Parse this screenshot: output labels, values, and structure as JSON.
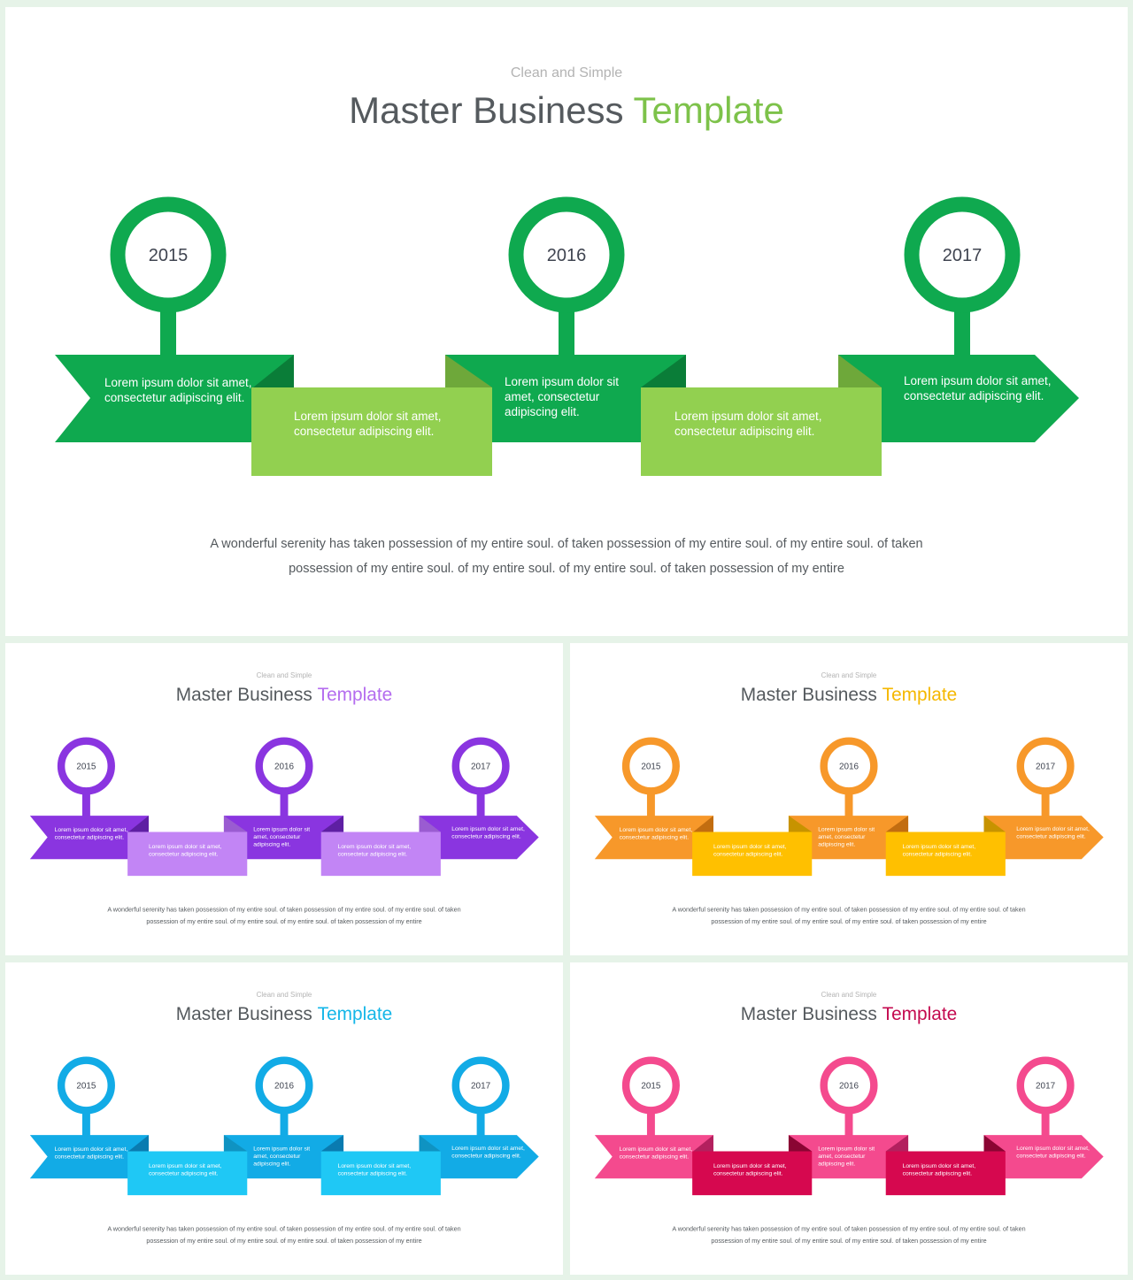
{
  "slides": [
    {
      "id": "main",
      "theme": "green",
      "subtitle": "Clean and Simple",
      "title_main": "Master Business",
      "title_accent": "Template",
      "years": [
        "2015",
        "2016",
        "2017"
      ],
      "top_texts": [
        [
          "Lorem ipsum dolor sit amet,",
          "consectetur adipiscing elit."
        ],
        [
          "Lorem ipsum dolor sit",
          "amet, consectetur",
          "adipiscing elit."
        ],
        [
          "Lorem ipsum dolor sit amet,",
          "consectetur adipiscing elit."
        ]
      ],
      "bottom_texts": [
        [
          "Lorem ipsum dolor sit amet,",
          "consectetur adipiscing elit."
        ],
        [
          "Lorem ipsum dolor sit amet,",
          "consectetur adipiscing elit."
        ]
      ],
      "description": [
        "A wonderful  serenity has taken possession of my entire soul. of taken possession of my entire soul. of my entire soul. of taken",
        "possession of my entire soul. of my entire soul. of my entire soul. of taken possession of my entire"
      ],
      "colors": {
        "circle": "#0fa94f",
        "dark": "#0fa94f",
        "fold": "#0a7d38",
        "light": "#92d050",
        "lightfold": "#6ea83a",
        "accent": "#7dc24a"
      }
    },
    {
      "id": "purple",
      "theme": "purple",
      "subtitle": "Clean and Simple",
      "title_main": "Master Business",
      "title_accent": "Template",
      "years": [
        "2015",
        "2016",
        "2017"
      ],
      "top_texts": [
        [
          "Lorem ipsum dolor sit amet,",
          "consectetur adipiscing elit."
        ],
        [
          "Lorem ipsum dolor sit",
          "amet, consectetur",
          "adipiscing elit."
        ],
        [
          "Lorem ipsum dolor sit amet,",
          "consectetur adipiscing elit."
        ]
      ],
      "bottom_texts": [
        [
          "Lorem ipsum dolor sit amet,",
          "consectetur adipiscing elit."
        ],
        [
          "Lorem ipsum dolor sit amet,",
          "consectetur adipiscing elit."
        ]
      ],
      "description": [
        "A wonderful  serenity has taken possession of my entire soul. of taken possession of my entire soul. of my entire soul. of taken",
        "possession of my entire soul. of my entire soul. of my entire soul. of taken possession of my entire"
      ],
      "colors": {
        "circle": "#8a35e0",
        "dark": "#8a35e0",
        "fold": "#5e1fa3",
        "light": "#c285f5",
        "lightfold": "#9a5cd1",
        "accent": "#b46cef"
      }
    },
    {
      "id": "orange",
      "theme": "orange",
      "subtitle": "Clean and Simple",
      "title_main": "Master Business",
      "title_accent": "Template",
      "years": [
        "2015",
        "2016",
        "2017"
      ],
      "top_texts": [
        [
          "Lorem ipsum dolor sit amet,",
          "consectetur adipiscing elit."
        ],
        [
          "Lorem ipsum dolor sit",
          "amet, consectetur",
          "adipiscing elit."
        ],
        [
          "Lorem ipsum dolor sit amet,",
          "consectetur adipiscing elit."
        ]
      ],
      "bottom_texts": [
        [
          "Lorem ipsum dolor sit amet,",
          "consectetur adipiscing elit."
        ],
        [
          "Lorem ipsum dolor sit amet,",
          "consectetur adipiscing elit."
        ]
      ],
      "description": [
        "A wonderful  serenity has taken possession of my entire soul. of taken possession of my entire soul. of my entire soul. of taken",
        "possession of my entire soul. of my entire soul. of my entire soul. of taken possession of my entire"
      ],
      "colors": {
        "circle": "#f7982a",
        "dark": "#f7982a",
        "fold": "#c26d10",
        "light": "#ffc000",
        "lightfold": "#c79300",
        "accent": "#f5b800"
      }
    },
    {
      "id": "blue",
      "theme": "blue",
      "subtitle": "Clean and Simple",
      "title_main": "Master Business",
      "title_accent": "Template",
      "years": [
        "2015",
        "2016",
        "2017"
      ],
      "top_texts": [
        [
          "Lorem ipsum dolor sit amet,",
          "consectetur adipiscing elit."
        ],
        [
          "Lorem ipsum dolor sit",
          "amet, consectetur",
          "adipiscing elit."
        ],
        [
          "Lorem ipsum dolor sit amet,",
          "consectetur adipiscing elit."
        ]
      ],
      "bottom_texts": [
        [
          "Lorem ipsum dolor sit amet,",
          "consectetur adipiscing elit."
        ],
        [
          "Lorem ipsum dolor sit amet,",
          "consectetur adipiscing elit."
        ]
      ],
      "description": [
        "A wonderful  serenity has taken possession of my entire soul. of taken possession of my entire soul. of my entire soul. of taken",
        "possession of my entire soul. of my entire soul. of my entire soul. of taken possession of my entire"
      ],
      "colors": {
        "circle": "#12abe6",
        "dark": "#12abe6",
        "fold": "#0a7bb0",
        "light": "#1fc8f5",
        "lightfold": "#0f93c2",
        "accent": "#14b6e8"
      }
    },
    {
      "id": "pink",
      "theme": "pink",
      "subtitle": "Clean and Simple",
      "title_main": "Master Business",
      "title_accent": "Template",
      "years": [
        "2015",
        "2016",
        "2017"
      ],
      "top_texts": [
        [
          "Lorem ipsum dolor sit amet,",
          "consectetur adipiscing elit."
        ],
        [
          "Lorem ipsum dolor sit",
          "amet, consectetur",
          "adipiscing elit."
        ],
        [
          "Lorem ipsum dolor sit amet,",
          "consectetur adipiscing elit."
        ]
      ],
      "bottom_texts": [
        [
          "Lorem ipsum dolor sit amet,",
          "consectetur adipiscing elit."
        ],
        [
          "Lorem ipsum dolor sit amet,",
          "consectetur adipiscing elit."
        ]
      ],
      "description": [
        "A wonderful  serenity has taken possession of my entire soul. of taken possession of my entire soul. of my entire soul. of taken",
        "possession of my entire soul. of my entire soul. of my entire soul. of taken possession of my entire"
      ],
      "colors": {
        "circle": "#f44a8e",
        "dark": "#f44a8e",
        "fold": "#b3205e",
        "light": "#d6084f",
        "lightfold": "#8a0533",
        "accent": "#c40a4f"
      }
    }
  ]
}
